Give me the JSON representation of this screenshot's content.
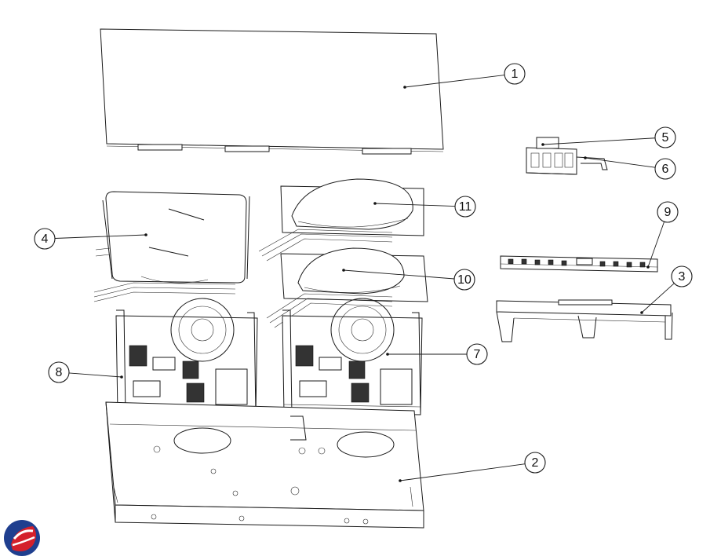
{
  "callouts": [
    {
      "id": "1",
      "part": "top-cover-panel"
    },
    {
      "id": "2",
      "part": "base-chassis"
    },
    {
      "id": "3",
      "part": "terminal-bracket"
    },
    {
      "id": "4",
      "part": "left-heating-coil-plate"
    },
    {
      "id": "5",
      "part": "terminal-block"
    },
    {
      "id": "6",
      "part": "terminal-clip"
    },
    {
      "id": "7",
      "part": "right-power-board"
    },
    {
      "id": "8",
      "part": "left-power-board"
    },
    {
      "id": "9",
      "part": "control-board-strip"
    },
    {
      "id": "10",
      "part": "lower-right-induction-coil"
    },
    {
      "id": "11",
      "part": "upper-right-induction-coil"
    }
  ],
  "logo": {
    "name": "brand-logo",
    "colors": [
      "#1f3f8f",
      "#d4202b"
    ]
  }
}
